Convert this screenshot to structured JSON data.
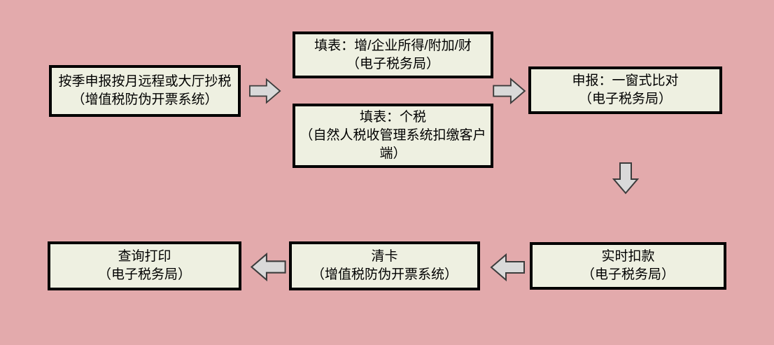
{
  "diagram": {
    "type": "flowchart",
    "background_color": "#e3aaac",
    "node_fill_color": "#eef0e1",
    "node_border_color": "#000000",
    "arrow_fill_color": "#d9d9d9",
    "arrow_stroke_color": "#3c3c3c",
    "nodes": {
      "copy_tax": {
        "title": "按季申报按月远程或大厅抄税",
        "subtitle": "（增值税防伪开票系统）"
      },
      "form_vat": {
        "title": "填表：增/企业所得/附加/财",
        "subtitle": "（电子税务局）"
      },
      "form_personal": {
        "title": "填表：个税",
        "subtitle": "（自然人税收管理系统扣缴客户端）"
      },
      "declare": {
        "title": "申报：一窗式比对",
        "subtitle": "（电子税务局）"
      },
      "deduct": {
        "title": "实时扣款",
        "subtitle": "（电子税务局）"
      },
      "clear_card": {
        "title": "清卡",
        "subtitle": "（增值税防伪开票系统）"
      },
      "query_print": {
        "title": "查询打印",
        "subtitle": "（电子税务局）"
      }
    },
    "flow": [
      "copy_tax -> form_vat / form_personal",
      "form_vat / form_personal -> declare",
      "declare -> deduct",
      "deduct -> clear_card",
      "clear_card -> query_print"
    ]
  }
}
